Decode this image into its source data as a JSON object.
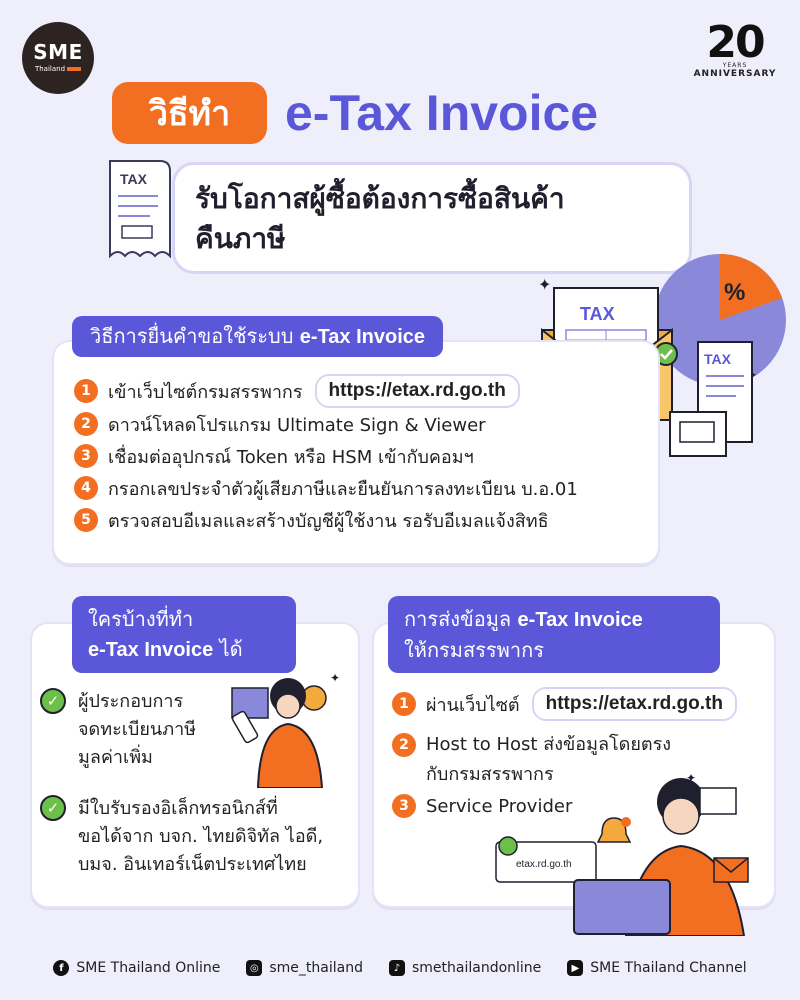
{
  "brand": {
    "logo_text": "SME",
    "logo_sub": "Thailand",
    "anniversary_number": "20",
    "anniversary_years": "YEARS",
    "anniversary_text": "ANNIVERSARY"
  },
  "title": {
    "pill": "วิธีทำ",
    "main": "e-Tax Invoice",
    "subtitle_line1": "รับโอกาสผู้ซื้อต้องการซื้อสินค้า",
    "subtitle_line2": "คืนภาษี"
  },
  "illustration": {
    "tax_label_1": "TAX",
    "tax_label_2": "TAX",
    "tax_label_3": "TAX",
    "percent": "%",
    "screen_url": "etax.rd.go.th"
  },
  "apply_section": {
    "label_prefix": "วิธีการยื่นคำขอใช้ระบบ ",
    "label_bold": "e-Tax Invoice",
    "steps": [
      {
        "num": "1",
        "text": "เข้าเว็บไซต์กรมสรรพากร",
        "url": "https://etax.rd.go.th"
      },
      {
        "num": "2",
        "text": "ดาวน์โหลดโปรแกรม Ultimate Sign & Viewer"
      },
      {
        "num": "3",
        "text": "เชื่อมต่ออุปกรณ์ Token หรือ HSM เข้ากับคอมฯ"
      },
      {
        "num": "4",
        "text": "กรอกเลขประจำตัวผู้เสียภาษีและยืนยันการลงทะเบียน บ.อ.01"
      },
      {
        "num": "5",
        "text": "ตรวจสอบอีเมลและสร้างบัญชีผู้ใช้งาน รอรับอีเมลแจ้งสิทธิ"
      }
    ]
  },
  "who_section": {
    "label_line1": "ใครบ้างที่ทำ",
    "label_bold": "e-Tax Invoice",
    "label_suffix": " ได้",
    "items": [
      {
        "lines": [
          "ผู้ประกอบการ",
          "จดทะเบียนภาษี",
          "มูลค่าเพิ่ม"
        ]
      },
      {
        "lines": [
          "มีใบรับรองอิเล็กทรอนิกส์ที่",
          "ขอได้จาก บจก. ไทยดิจิทัล ไอดี,",
          "บมจ. อินเทอร์เน็ตประเทศไทย"
        ]
      }
    ]
  },
  "send_section": {
    "label_prefix": "การส่งข้อมูล ",
    "label_bold": "e-Tax Invoice",
    "label_line2": "ให้กรมสรรพากร",
    "steps": [
      {
        "num": "1",
        "text": "ผ่านเว็บไซต์",
        "url": "https://etax.rd.go.th"
      },
      {
        "num": "2",
        "line1": "Host to Host ส่งข้อมูลโดยตรง",
        "line2": "กับกรมสรรพากร"
      },
      {
        "num": "3",
        "text": "Service Provider"
      }
    ]
  },
  "footer": {
    "facebook": "SME Thailand Online",
    "instagram": "sme_thailand",
    "tiktok": "smethailandonline",
    "youtube": "SME Thailand Channel"
  },
  "colors": {
    "accent_orange": "#f26f22",
    "accent_purple": "#5b57d9",
    "check_green": "#6cc04a",
    "background": "#efeefb"
  }
}
